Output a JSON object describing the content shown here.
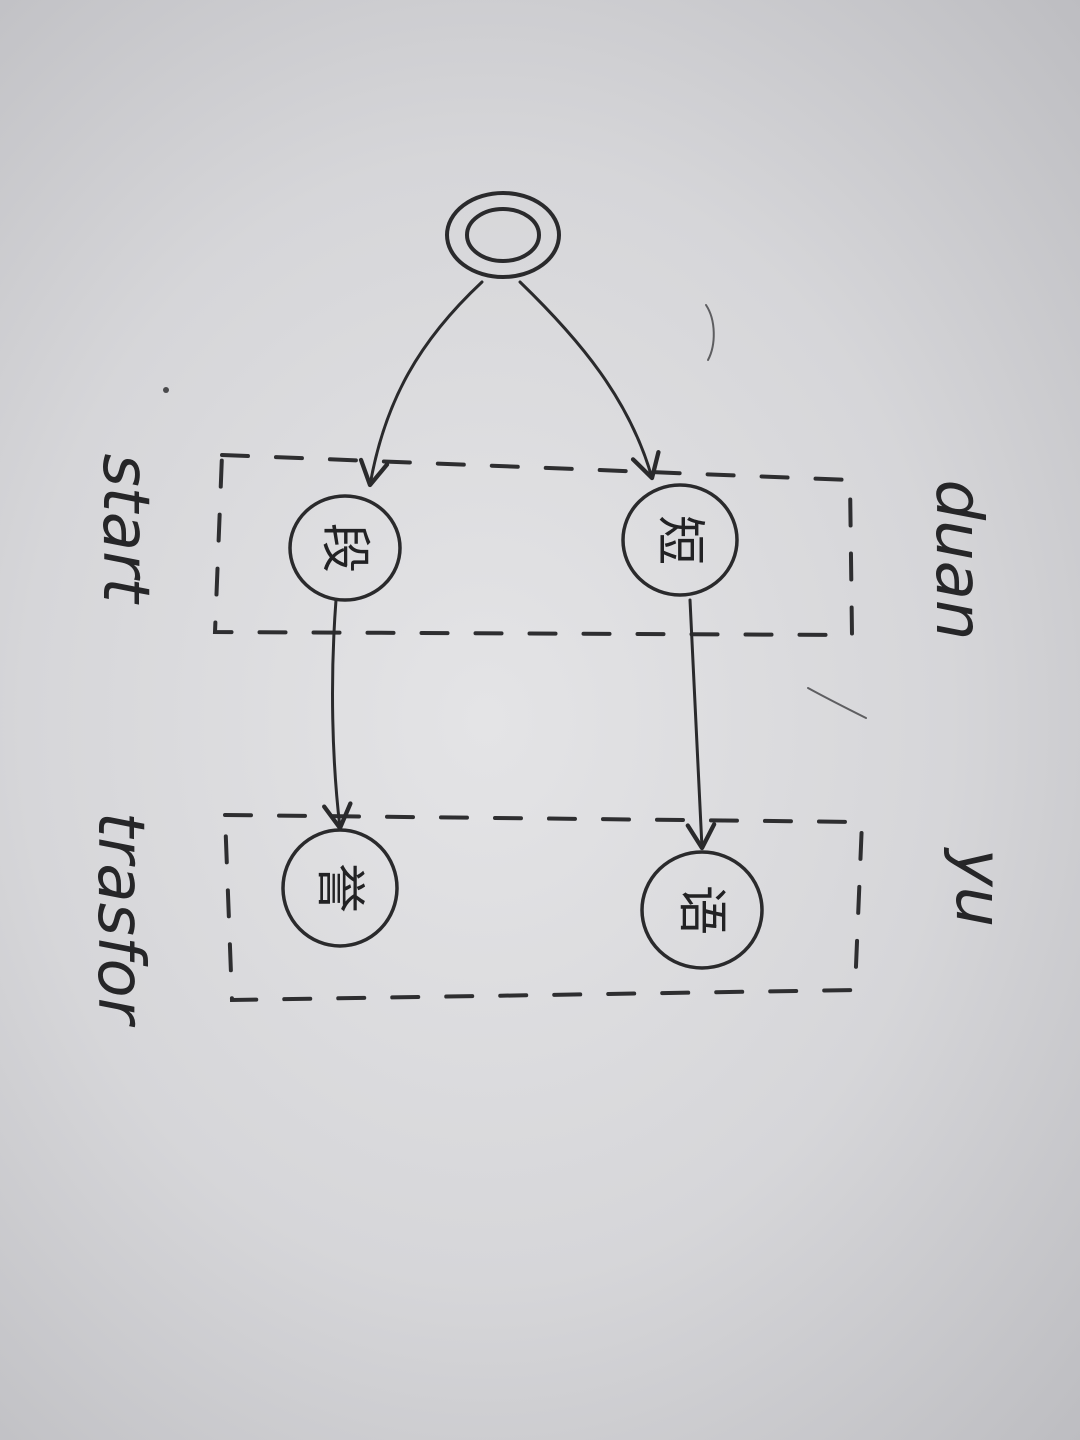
{
  "diagram": {
    "nodes": {
      "n1": "段",
      "n2": "短",
      "n3": "誉",
      "n4": "语"
    },
    "labels": {
      "start": "start",
      "duan": "duan",
      "trasfor": "trasfor",
      "yu": "yu"
    }
  },
  "colors": {
    "paper": "#d9d9dc",
    "ink": "#2a2a2c"
  }
}
